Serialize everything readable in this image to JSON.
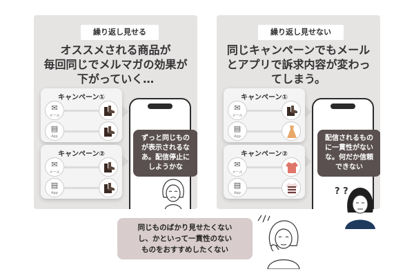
{
  "left_panel": {
    "tab": "繰り返し見せる",
    "title": "オススメされる商品が\n毎回同じでメルマガの効果が\n下がっていく…",
    "campaigns": [
      {
        "label": "キャンペーン①",
        "channels": [
          {
            "icon": "mail-icon",
            "label": "メール"
          },
          {
            "icon": "app-icon",
            "label": "App"
          }
        ],
        "products": [
          "boots-icon",
          "boots-icon"
        ]
      },
      {
        "label": "キャンペーン②",
        "channels": [
          {
            "icon": "mail-icon",
            "label": "メール"
          },
          {
            "icon": "app-icon",
            "label": "App"
          }
        ],
        "products": [
          "boots-icon",
          "boots-icon"
        ]
      }
    ],
    "speech": "ずっと同じもの\nが表示されるな\nあ。配信停止に\nしようかな"
  },
  "right_panel": {
    "tab": "繰り返し見せない",
    "title": "同じキャンペーンでもメール\nとアプリで訴求内容が変わっ\nてしまう。",
    "campaigns": [
      {
        "label": "キャンペーン①",
        "channels": [
          {
            "icon": "mail-icon",
            "label": "メール"
          },
          {
            "icon": "app-icon",
            "label": "App"
          }
        ],
        "products": [
          "boots-icon",
          "dress-icon"
        ]
      },
      {
        "label": "キャンペーン②",
        "channels": [
          {
            "icon": "mail-icon",
            "label": "メール"
          },
          {
            "icon": "app-icon",
            "label": "App"
          }
        ],
        "products": [
          "shirt-icon",
          "striped-shirt-icon"
        ]
      }
    ],
    "speech": "配信されるもの\nに一貫性がない\nな。何だか信頼\nできない",
    "question_marks": "? ?"
  },
  "bottom_speech": "同じものばかり見せたくない\nし、かといって一貫性のない\nものをおすすめしたくない",
  "colors": {
    "panel_bg": "#e6e3e3",
    "dark_bubble": "#5a5050",
    "light_bubble": "#d8cccc",
    "woman_top": "#1e3a5f"
  }
}
